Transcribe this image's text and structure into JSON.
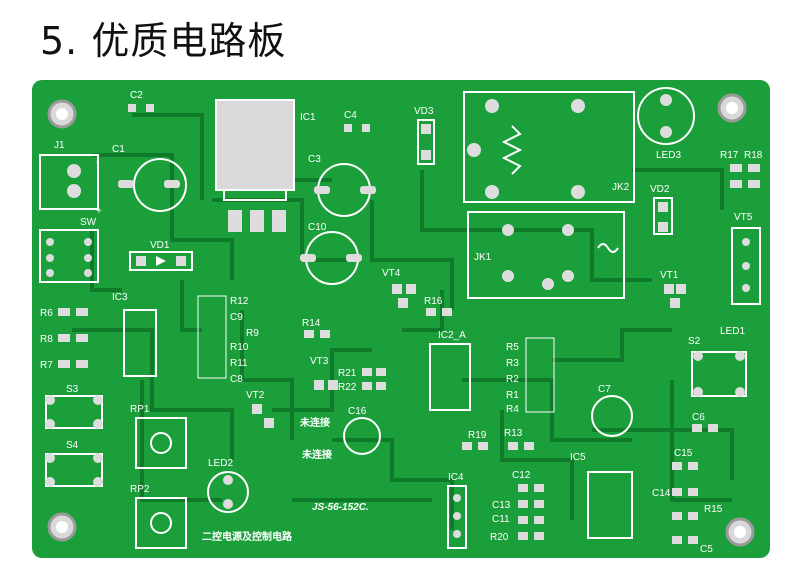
{
  "heading": {
    "number": "5.",
    "title": "优质电路板"
  },
  "board": {
    "model": "JS-56-152C.",
    "title": "二控电源及控制电路",
    "note_1": "未连接",
    "note_2": "未连接",
    "labels": {
      "J1": "J1",
      "SW": "SW",
      "C1": "C1",
      "C2": "C2",
      "IC1": "IC1",
      "C3": "C3",
      "C4": "C4",
      "C10": "C10",
      "VD1": "VD1",
      "VD2": "VD2",
      "VD3": "VD3",
      "LED3": "LED3",
      "R17": "R17",
      "R18": "R18",
      "JK1": "JK1",
      "JK2": "JK2",
      "VT1": "VT1",
      "VT2": "VT2",
      "VT3": "VT3",
      "VT4": "VT4",
      "VT5": "VT5",
      "IC2_A": "IC2_A",
      "IC3": "IC3",
      "IC4": "IC4",
      "IC5": "IC5",
      "R1": "R1",
      "R2": "R2",
      "R3": "R3",
      "R4": "R4",
      "R5": "R5",
      "R6": "R6",
      "R7": "R7",
      "R8": "R8",
      "R9": "R9",
      "R10": "R10",
      "R11": "R11",
      "R12": "R12",
      "R13": "R13",
      "R14": "R14",
      "R15": "R15",
      "R16": "R16",
      "R19": "R19",
      "R20": "R20",
      "R21": "R21",
      "R22": "R22",
      "C5": "C5",
      "C6": "C6",
      "C7": "C7",
      "C8": "C8",
      "C9": "C9",
      "C11": "C11",
      "C12": "C12",
      "C13": "C13",
      "C14": "C14",
      "C15": "C15",
      "C16": "C16",
      "S2": "S2",
      "S3": "S3",
      "S4": "S4",
      "RP1": "RP1",
      "RP2": "RP2",
      "LED1": "LED1",
      "LED2": "LED2",
      "minus": "-",
      "plus": "+"
    }
  }
}
